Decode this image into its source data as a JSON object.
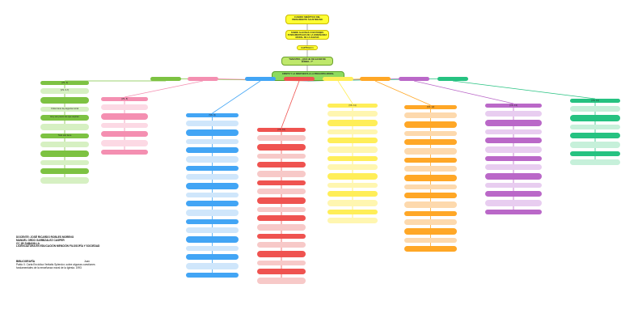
{
  "top": {
    "t1": "CUADRO SINÓPTICO DEL PENSAMIENTO ÁGUSTINIANO",
    "t2": "SOBRE ALGUNAS CUESTIONES FUNDAMENTALES DE LA ENSEÑANZA MORAL DE LA IGLESIA",
    "t3": "CAPÍTULO 1",
    "t4": "\"MAESTRO, ¿QUÉ HE DE HACER DE BUENO...?\"",
    "t5": "CRISTO Y LA RESPUESTA A LA PREGUNTA MORAL"
  },
  "branches": [
    {
      "label": "",
      "color": "#7dc242",
      "nodes": [
        "(VS. 6)",
        "(VS. 6-7)",
        "",
        "Cristo tiene la pregunta moral",
        "Hoy son pocos los que aspiran",
        "",
        "Todo ello tiene",
        "",
        "",
        "",
        "",
        ""
      ]
    },
    {
      "label": "",
      "color": "#f48fb1",
      "nodes": [
        "(VS. 8)",
        "",
        "",
        "",
        "",
        "",
        ""
      ]
    },
    {
      "label": "",
      "color": "#42a5f5",
      "nodes": [
        "(VS. 9)",
        "",
        "",
        "",
        "",
        "",
        "",
        "",
        "",
        "",
        "",
        "",
        "",
        "",
        "",
        "",
        "",
        "",
        ""
      ]
    },
    {
      "label": "",
      "color": "#ef5350",
      "nodes": [
        "(VS. 10)",
        "",
        "",
        "",
        "",
        "",
        "",
        "",
        "",
        "",
        "",
        "",
        "",
        "",
        "",
        "",
        "",
        ""
      ]
    },
    {
      "label": "",
      "color": "#ffee58",
      "nodes": [
        "(VS. 11)",
        "",
        "",
        "",
        "",
        "",
        "",
        "",
        "",
        "",
        "",
        "",
        "",
        ""
      ]
    },
    {
      "label": "",
      "color": "#ffa726",
      "nodes": [
        "(VS. 12)",
        "",
        "",
        "",
        "",
        "",
        "",
        "",
        "",
        "",
        "",
        "",
        "",
        "",
        "",
        "",
        ""
      ]
    },
    {
      "label": "",
      "color": "#ba68c8",
      "nodes": [
        "(VS. 13)",
        "",
        "",
        "",
        "",
        "",
        "",
        "",
        "",
        "",
        "",
        "",
        ""
      ]
    },
    {
      "label": "",
      "color": "#26c281",
      "nodes": [
        "(VS. 14)",
        "",
        "",
        "",
        "",
        "",
        "",
        ""
      ]
    }
  ],
  "footer": {
    "docente": "DOCENTE: JOSÉ RICARDO ROBLES MORENO",
    "nombres": "MANUEL ORDO GARBIZALEZ CASPER",
    "grupo": "CC 1B SABANILLA",
    "lic": "LICENCIATURA EN EDUCACIÓN MENCIÓN FILOSOFÍA Y SOCIEDAD",
    "biblio_title": "BIBLIOGRAFÍA",
    "biblio_side": "Juan",
    "biblio_text": "Pablo II. Carta Encíclica Veritatis Splendor, sobre algunas cuestiones fundamentales de la enseñanza moral de la Iglesia. 1993"
  }
}
